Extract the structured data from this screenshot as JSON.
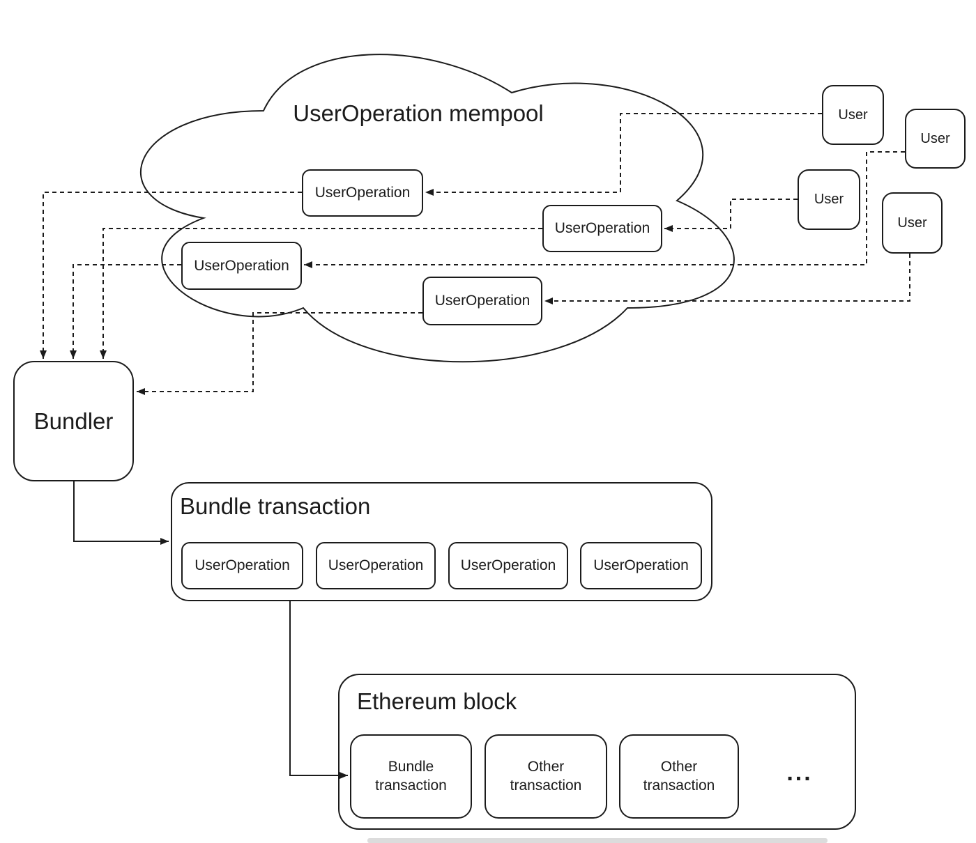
{
  "mempool": {
    "title": "UserOperation mempool",
    "operations": [
      "UserOperation",
      "UserOperation",
      "UserOperation",
      "UserOperation"
    ]
  },
  "users": [
    "User",
    "User",
    "User",
    "User"
  ],
  "bundler": {
    "label": "Bundler"
  },
  "bundle_transaction": {
    "title": "Bundle transaction",
    "operations": [
      "UserOperation",
      "UserOperation",
      "UserOperation",
      "UserOperation"
    ]
  },
  "ethereum_block": {
    "title": "Ethereum block",
    "transactions": [
      "Bundle transaction",
      "Other transaction",
      "Other transaction"
    ],
    "more_indicator": "..."
  },
  "colors": {
    "stroke": "#1b1b1b",
    "background": "#ffffff"
  }
}
